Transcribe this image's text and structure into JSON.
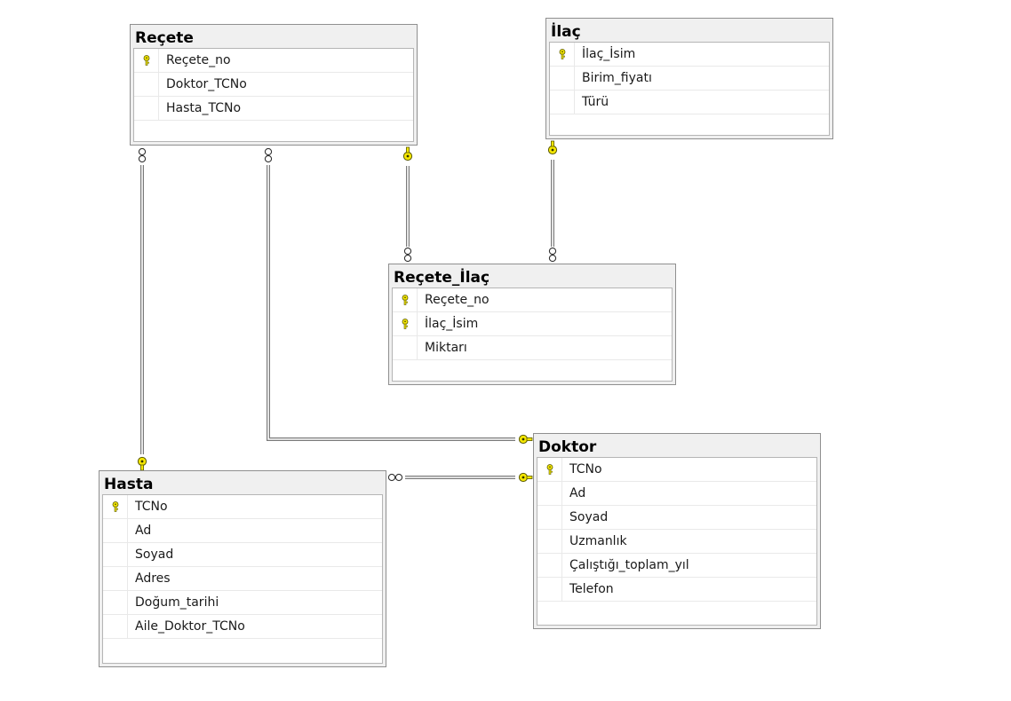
{
  "diagram": {
    "tables": {
      "recete": {
        "title": "Reçete",
        "columns": [
          {
            "name": "Reçete_no",
            "key": true
          },
          {
            "name": "Doktor_TCNo",
            "key": false
          },
          {
            "name": "Hasta_TCNo",
            "key": false
          }
        ]
      },
      "ilac": {
        "title": "İlaç",
        "columns": [
          {
            "name": "İlaç_İsim",
            "key": true
          },
          {
            "name": "Birim_fiyatı",
            "key": false
          },
          {
            "name": "Türü",
            "key": false
          }
        ]
      },
      "recete_ilac": {
        "title": "Reçete_İlaç",
        "columns": [
          {
            "name": "Reçete_no",
            "key": true
          },
          {
            "name": "İlaç_İsim",
            "key": true
          },
          {
            "name": "Miktarı",
            "key": false
          }
        ]
      },
      "hasta": {
        "title": "Hasta",
        "columns": [
          {
            "name": "TCNo",
            "key": true
          },
          {
            "name": "Ad",
            "key": false
          },
          {
            "name": "Soyad",
            "key": false
          },
          {
            "name": "Adres",
            "key": false
          },
          {
            "name": "Doğum_tarihi",
            "key": false
          },
          {
            "name": "Aile_Doktor_TCNo",
            "key": false
          }
        ]
      },
      "doktor": {
        "title": "Doktor",
        "columns": [
          {
            "name": "TCNo",
            "key": true
          },
          {
            "name": "Ad",
            "key": false
          },
          {
            "name": "Soyad",
            "key": false
          },
          {
            "name": "Uzmanlık",
            "key": false
          },
          {
            "name": "Çalıştığı_toplam_yıl",
            "key": false
          },
          {
            "name": "Telefon",
            "key": false
          }
        ]
      }
    },
    "colors": {
      "key_fill": "#f5e700",
      "key_stroke": "#5a5a00",
      "line": "#7a7a7a"
    },
    "relationships": [
      {
        "from": "recete",
        "to": "hasta",
        "many_end": "recete",
        "one_end": "hasta"
      },
      {
        "from": "recete",
        "to": "doktor",
        "many_end": "recete",
        "one_end": "doktor"
      },
      {
        "from": "recete",
        "to": "recete_ilac",
        "many_end": "recete_ilac",
        "one_end": "recete"
      },
      {
        "from": "ilac",
        "to": "recete_ilac",
        "many_end": "recete_ilac",
        "one_end": "ilac"
      },
      {
        "from": "hasta",
        "to": "doktor",
        "many_end": "hasta",
        "one_end": "doktor"
      }
    ]
  }
}
